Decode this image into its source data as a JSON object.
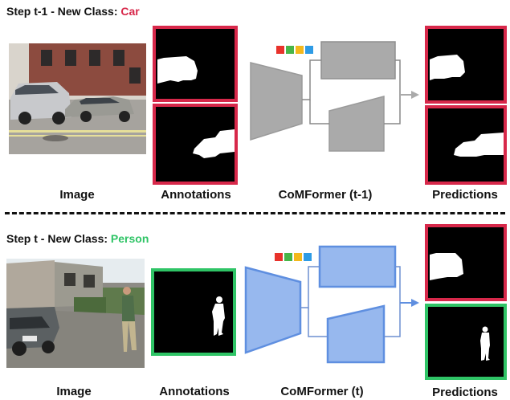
{
  "top": {
    "step_label": "Step t-1 - New Class: ",
    "class_name": "Car",
    "class_color": "#d7284a",
    "captions": {
      "image": "Image",
      "annotations": "Annotations",
      "model": "CoMFormer (t-1)",
      "predictions": "Predictions"
    },
    "model_color": "#aaaaaa"
  },
  "bottom": {
    "step_label": "Step t - New Class: ",
    "class_name": "Person",
    "class_color": "#2fc466",
    "captions": {
      "image": "Image",
      "annotations": "Annotations",
      "model": "CoMFormer (t)",
      "predictions": "Predictions"
    },
    "model_color": "#97b8ee"
  },
  "query_colors": [
    "#e8322b",
    "#48b548",
    "#f4b81c",
    "#2e9be5"
  ],
  "icons": {
    "separator": "dashed-separator",
    "arrow": "arrow-icon"
  }
}
